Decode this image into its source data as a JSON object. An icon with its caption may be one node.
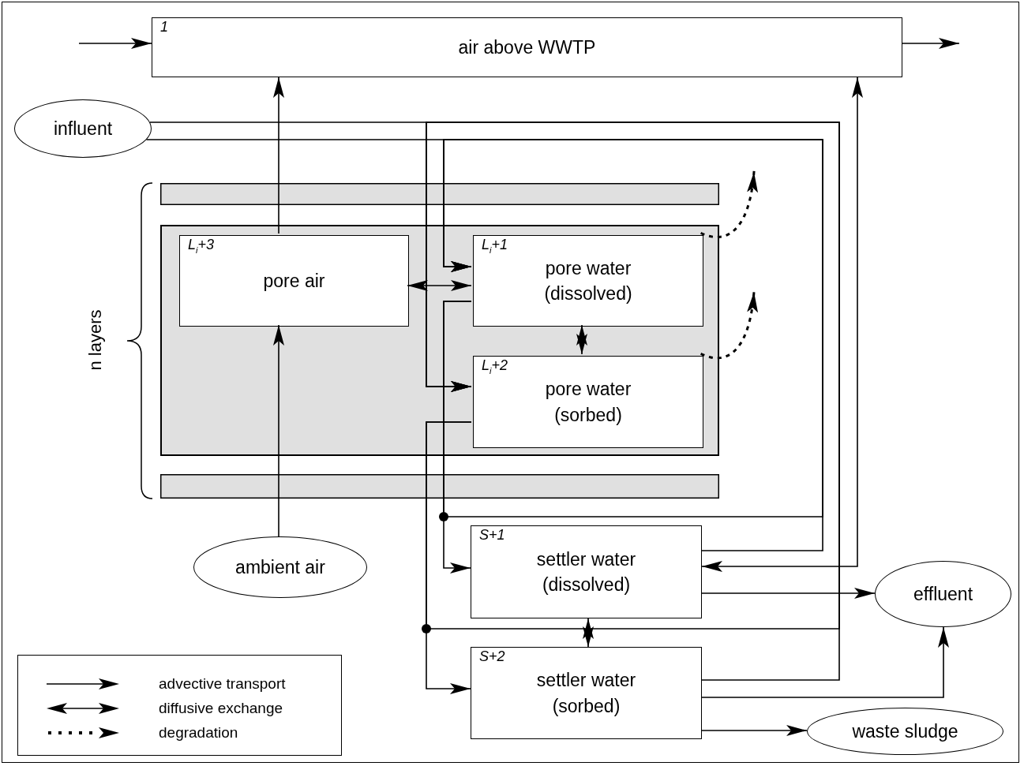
{
  "diagram": {
    "nodes": [
      {
        "text": [
          "1",
          "air above WWTP"
        ]
      },
      {
        "text": [
          "influent"
        ]
      },
      {
        "text": [],
        "shape": "box"
      },
      {
        "text": [
          "L$_{i}$+3",
          "pore air"
        ],
        "in": 2
      },
      {
        "text": [
          "L$_{i}$+1",
          "pore water (dissolved)"
        ],
        "in": 2
      },
      {
        "text": [
          "L$_{i}$+2",
          "pore water (sorbed)"
        ],
        "in": 2
      },
      {
        "text": [
          "ambient air"
        ]
      },
      {
        "text": [
          "S+1",
          "settler water (dissolved)"
        ]
      },
      {
        "text": [
          "S+2",
          "settler water (sorbed)"
        ]
      },
      {
        "text": [
          "effluent"
        ]
      },
      {
        "text": [
          "waste sludge"
        ]
      }
    ],
    "edges": [
      {
        "from": null,
        "to": 0,
        "arrow": "to"
      },
      {
        "from": 0,
        "to": null,
        "arrow": "to"
      },
      {
        "from": 3,
        "to": 0,
        "arrow": "to"
      },
      {
        "from": 6,
        "to": 3,
        "arrow": "to"
      },
      {
        "from": 3,
        "to": 4,
        "arrow": "both"
      },
      {
        "from": 4,
        "to": 5,
        "arrow": "both"
      },
      {
        "from": 4,
        "to": null,
        "arrow": "to",
        "style": "dashed"
      },
      {
        "from": 5,
        "to": null,
        "arrow": "to",
        "style": "dashed"
      },
      {
        "from": 1,
        "to": 4,
        "arrow": "to"
      },
      {
        "from": 1,
        "to": 5,
        "arrow": "to"
      },
      {
        "from": 4,
        "to": 7,
        "arrow": "to"
      },
      {
        "from": 4,
        "to": 4,
        "arrow": "to"
      },
      {
        "from": 7,
        "to": 4,
        "arrow": "to"
      },
      {
        "from": 5,
        "to": 8,
        "arrow": "to"
      },
      {
        "from": 5,
        "to": 5,
        "arrow": "to"
      },
      {
        "from": 8,
        "to": 5,
        "arrow": "to"
      },
      {
        "from": 7,
        "to": 8,
        "arrow": "both"
      },
      {
        "from": 7,
        "to": 0,
        "arrow": "both"
      },
      {
        "from": 7,
        "to": 9,
        "arrow": "to"
      },
      {
        "from": 8,
        "to": 9,
        "arrow": "to"
      },
      {
        "from": 8,
        "to": 10,
        "arrow": "to"
      }
    ],
    "labels": [
      "n layers"
    ],
    "legend": [
      {
        "text": "advective transport"
      },
      {
        "text": "diffusive exchange"
      },
      {
        "text": "degradation"
      }
    ]
  }
}
